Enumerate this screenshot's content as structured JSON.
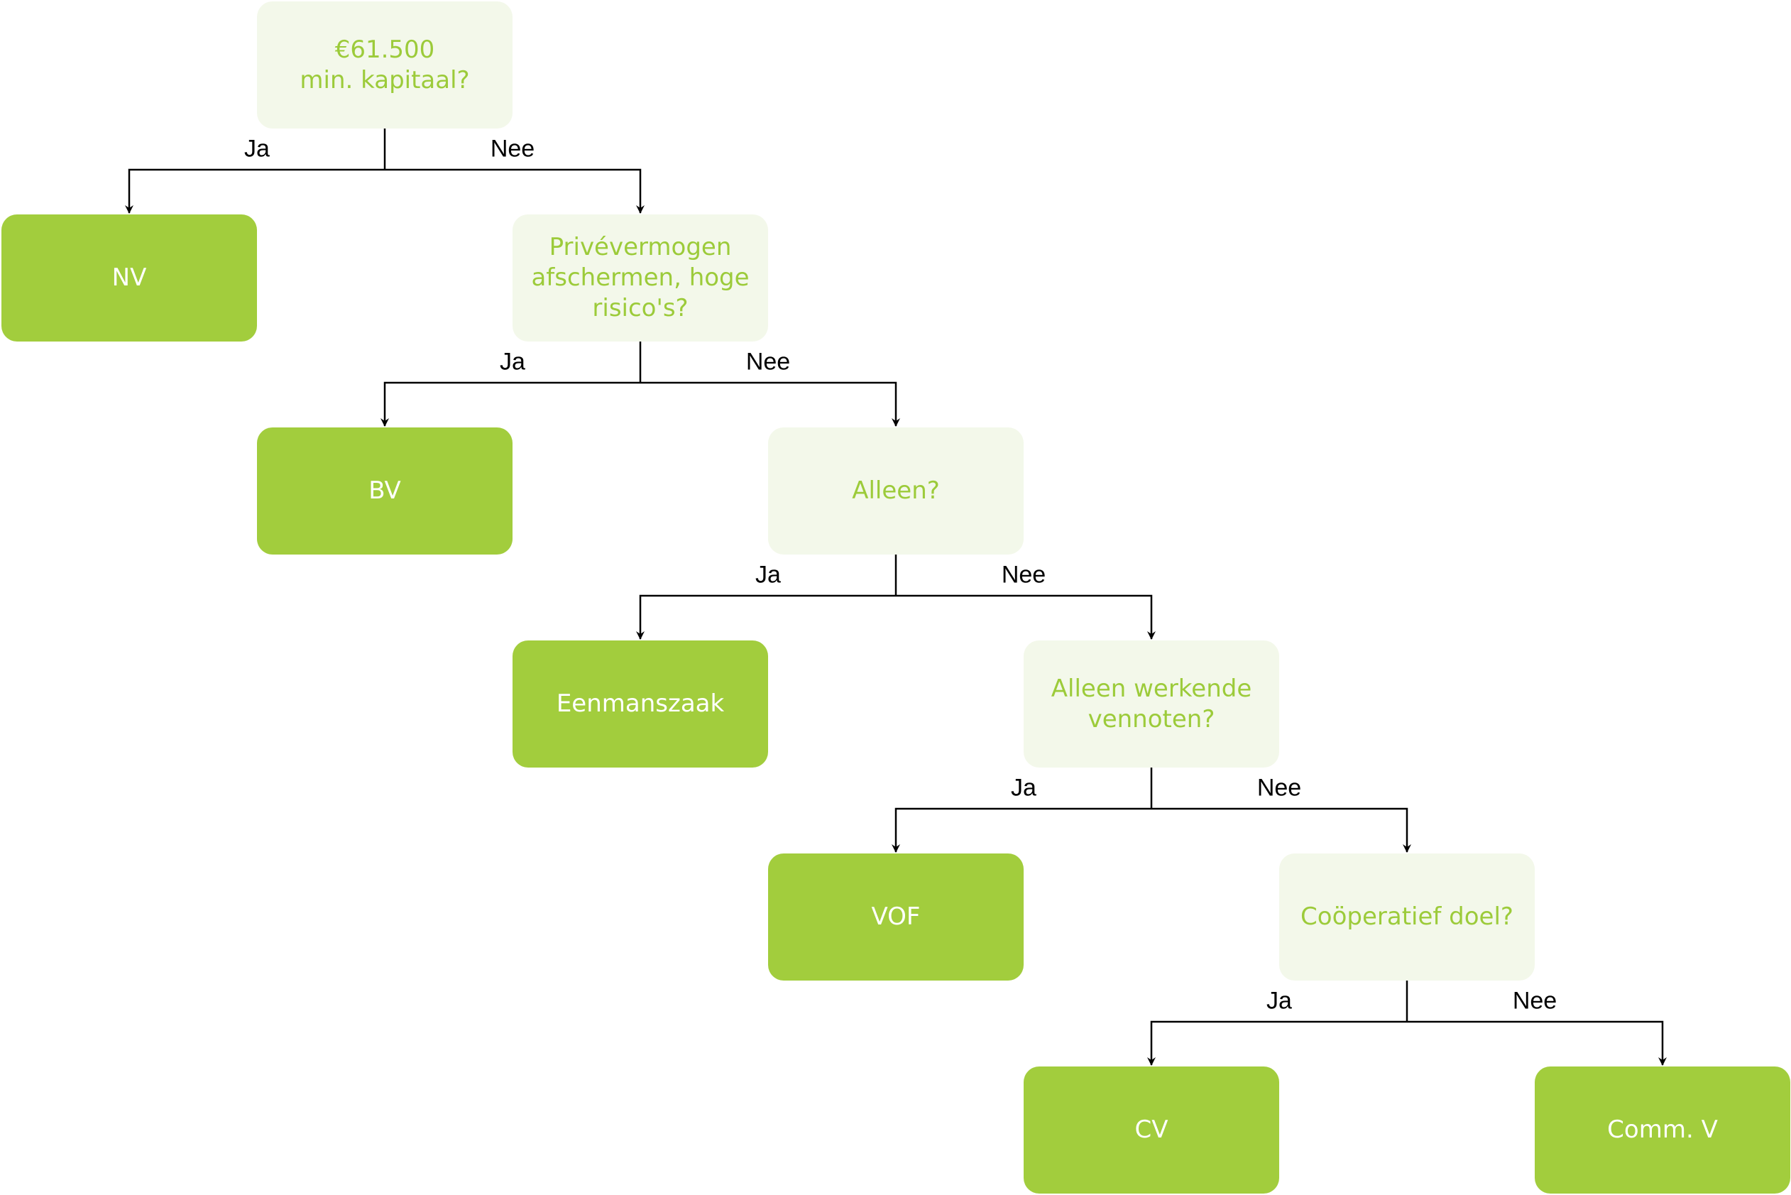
{
  "nodes": [
    {
      "id": "q-capital",
      "type": "question",
      "text": "€61.500\nmin. kapitaal?"
    },
    {
      "id": "o-nv",
      "type": "outcome",
      "text": "NV"
    },
    {
      "id": "q-private-assets",
      "type": "question",
      "text": "Privévermogen\nafschermen, hoge\nrisico's?"
    },
    {
      "id": "o-bv",
      "type": "outcome",
      "text": "BV"
    },
    {
      "id": "q-alone",
      "type": "question",
      "text": "Alleen?"
    },
    {
      "id": "o-eenmanszaak",
      "type": "outcome",
      "text": "Eenmanszaak"
    },
    {
      "id": "q-working-partners",
      "type": "question",
      "text": "Alleen werkende\nvennoten?"
    },
    {
      "id": "o-vof",
      "type": "outcome",
      "text": "VOF"
    },
    {
      "id": "q-cooperative",
      "type": "question",
      "text": "Coöperatief doel?"
    },
    {
      "id": "o-cv",
      "type": "outcome",
      "text": "CV"
    },
    {
      "id": "o-comm-v",
      "type": "outcome",
      "text": "Comm. V"
    }
  ],
  "edges": [
    {
      "from": "q-capital",
      "to": "o-nv",
      "label": "Ja"
    },
    {
      "from": "q-capital",
      "to": "q-private-assets",
      "label": "Nee"
    },
    {
      "from": "q-private-assets",
      "to": "o-bv",
      "label": "Ja"
    },
    {
      "from": "q-private-assets",
      "to": "q-alone",
      "label": "Nee"
    },
    {
      "from": "q-alone",
      "to": "o-eenmanszaak",
      "label": "Ja"
    },
    {
      "from": "q-alone",
      "to": "q-working-partners",
      "label": "Nee"
    },
    {
      "from": "q-working-partners",
      "to": "o-vof",
      "label": "Ja"
    },
    {
      "from": "q-working-partners",
      "to": "q-cooperative",
      "label": "Nee"
    },
    {
      "from": "q-cooperative",
      "to": "o-cv",
      "label": "Ja"
    },
    {
      "from": "q-cooperative",
      "to": "o-comm-v",
      "label": "Nee"
    }
  ],
  "colors": {
    "question_fill": "#f3f8ea",
    "question_text": "#9ccb3a",
    "outcome_fill": "#a2cd3d",
    "outcome_text": "#ffffff",
    "connector": "#000000"
  }
}
